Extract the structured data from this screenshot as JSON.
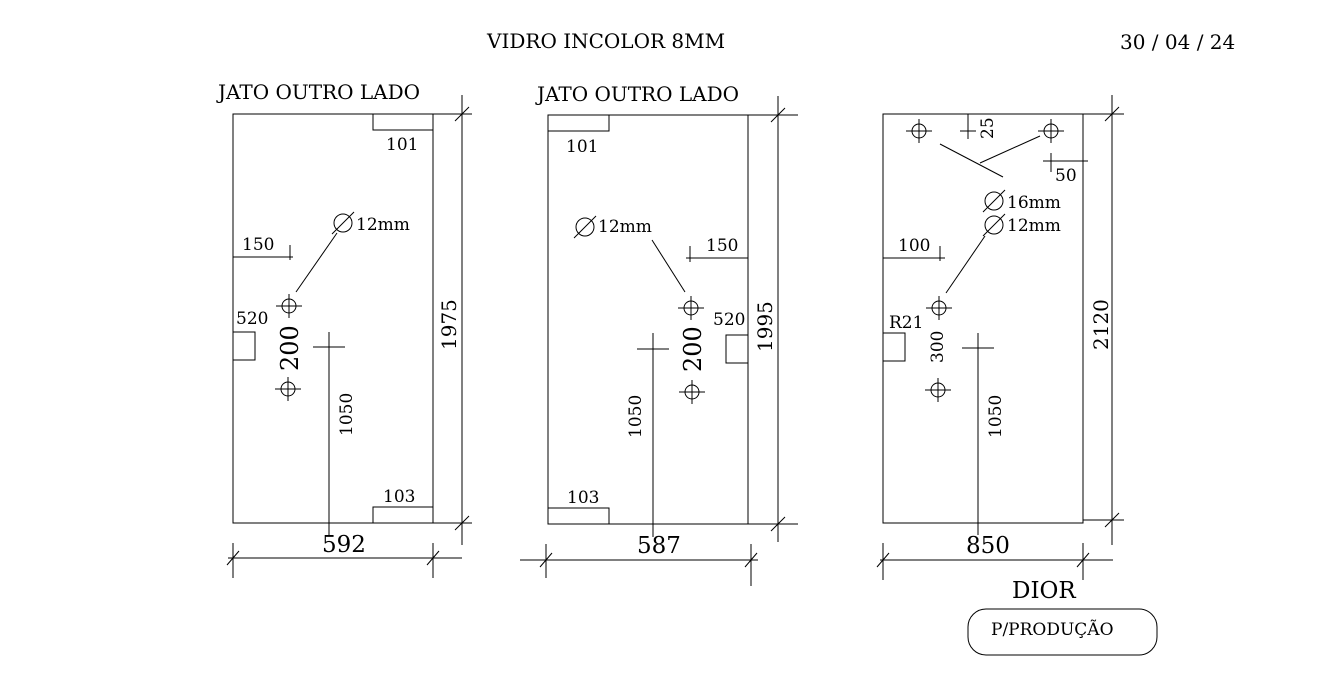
{
  "header": {
    "title": "VIDRO INCOLOR 8MM",
    "date": "30 / 04 / 24"
  },
  "panels": [
    {
      "note": "JATO OUTRO LADO",
      "top_notch": "101",
      "bottom_notch": "103",
      "hole_label": "12mm",
      "hole_offset": "150",
      "side_notch": "520",
      "hole_spacing": "200",
      "handle_height": "1050",
      "height": "1975",
      "width": "592"
    },
    {
      "note": "JATO OUTRO LADO",
      "top_notch": "101",
      "bottom_notch": "103",
      "hole_label": "12mm",
      "hole_offset": "150",
      "side_notch": "520",
      "hole_spacing": "200",
      "handle_height": "1050",
      "height": "1995",
      "width": "587"
    },
    {
      "top_v": "25",
      "top_h": "50",
      "hole_label_a": "16mm",
      "hole_label_b": "12mm",
      "hole_offset": "100",
      "side_notch": "R21",
      "hole_spacing": "300",
      "handle_height": "1050",
      "height": "2120",
      "width": "850"
    }
  ],
  "footer": {
    "client": "DIOR",
    "status": "P/PRODUÇÃO"
  }
}
